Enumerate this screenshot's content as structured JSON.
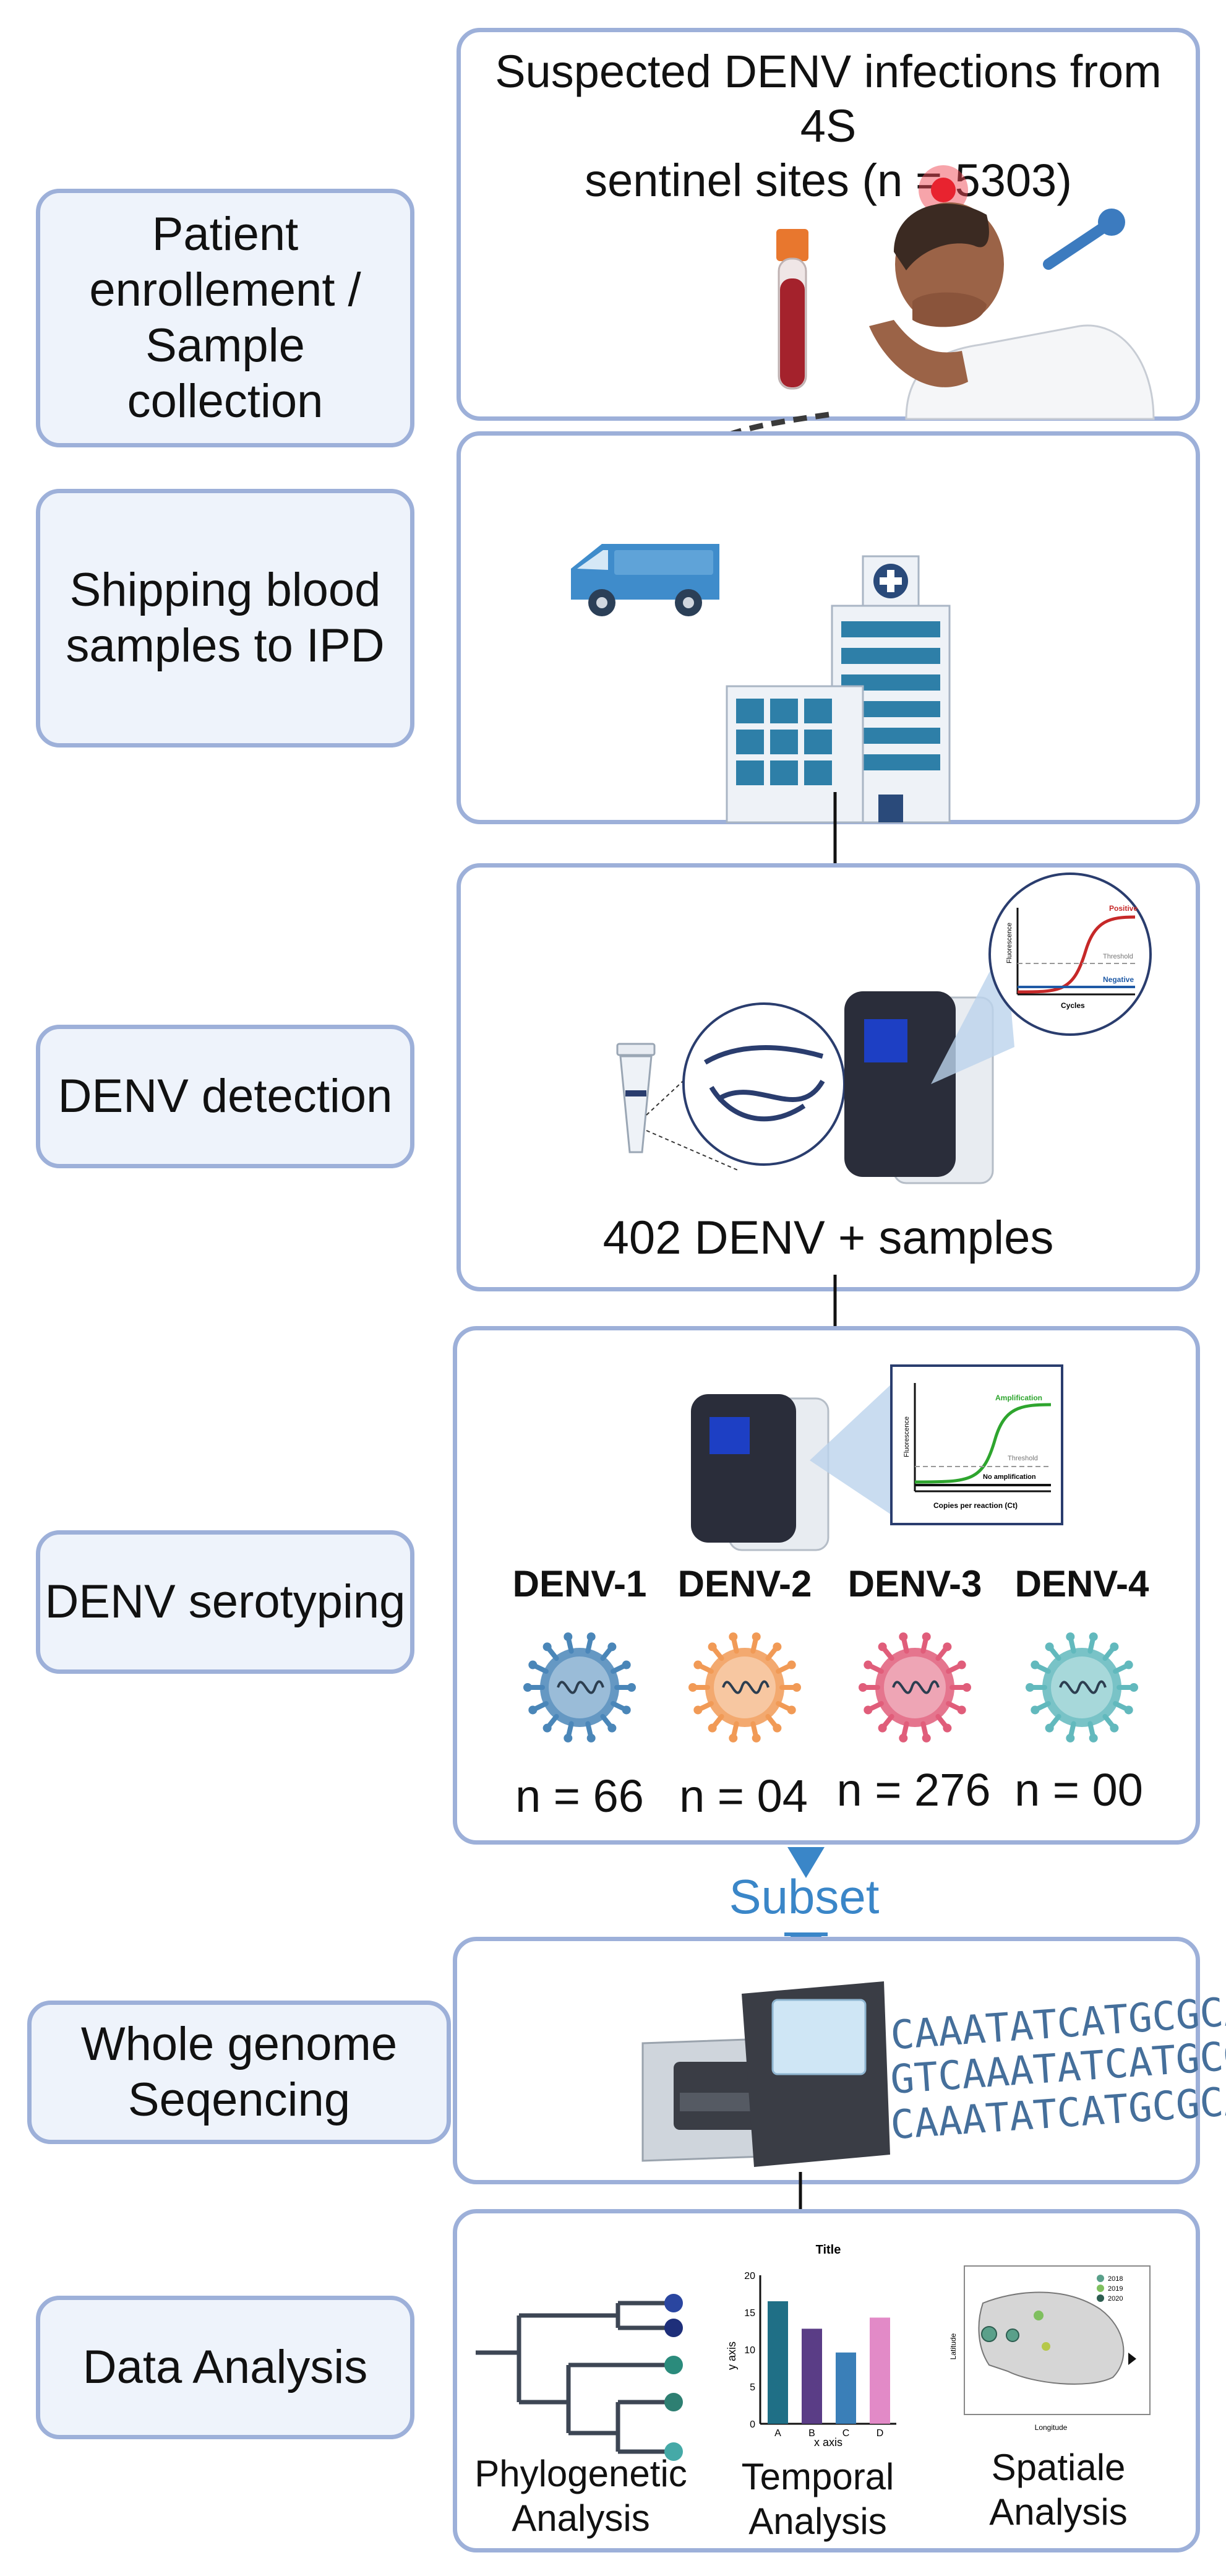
{
  "stages": {
    "enrollment": "Patient\nenrollement /\nSample\ncollection",
    "shipping": "Shipping blood\nsamples to IPD",
    "detection": "DENV detection",
    "serotyping": "DENV serotyping",
    "sequencing": "Whole genome\nSeqencing",
    "analysis": "Data Analysis"
  },
  "panels": {
    "enrollment_title": "Suspected DENV infections from 4S\nsentinel sites (n = 5303)",
    "detection_result": "402 DENV + samples",
    "subset_label": "Subset",
    "detection_graph": {
      "y_label": "Fluorescence",
      "x_label": "Cycles",
      "positive": "Positive",
      "threshold": "Threshold",
      "negative": "Negative"
    },
    "serotyping_graph": {
      "y_label": "Fluorescence",
      "x_label": "Copies per reaction (Ct)",
      "amplification": "Amplification",
      "threshold": "Threshold",
      "no_amplification": "No amplification"
    }
  },
  "serotypes": [
    {
      "name": "DENV-1",
      "count": "n = 66",
      "color": "#4a86b8"
    },
    {
      "name": "DENV-2",
      "count": "n = 04",
      "color": "#f19a56"
    },
    {
      "name": "DENV-3",
      "count": "n = 276",
      "color": "#e05d7a"
    },
    {
      "name": "DENV-4",
      "count": "n = 00",
      "color": "#62b9bd"
    }
  ],
  "sequences": [
    "CAAATATCATGCGCAT",
    "GTCAAATATCATGCG",
    "CAAATATCATGCGCAT"
  ],
  "analyses": [
    {
      "label": "Phylogenetic\nAnalysis"
    },
    {
      "label": "Temporal\nAnalysis"
    },
    {
      "label": "Spatiale\nAnalysis"
    }
  ],
  "mini_chart": {
    "title": "Title",
    "xlabel": "x axis",
    "ylabel": "y axis",
    "ticks": [
      "0",
      "5",
      "10",
      "15",
      "20"
    ]
  },
  "chart_data": {
    "type": "bar",
    "title": "Title",
    "xlabel": "x axis",
    "ylabel": "y axis",
    "categories": [
      "A",
      "B",
      "C",
      "D"
    ],
    "values": [
      16.5,
      12.8,
      9.6,
      14.3
    ],
    "colors": [
      "#1f6f86",
      "#5a3d86",
      "#3a7fb8",
      "#e28ac7"
    ],
    "ylim": [
      0,
      20
    ]
  },
  "map_legend": [
    "2018",
    "2019",
    "2020"
  ],
  "map_axes": {
    "x": "Longitude",
    "y": "Latitude"
  },
  "colors": {
    "stage_border": "#9db0d9",
    "stage_fill": "#eef3fb",
    "subset": "#3a86c8"
  }
}
